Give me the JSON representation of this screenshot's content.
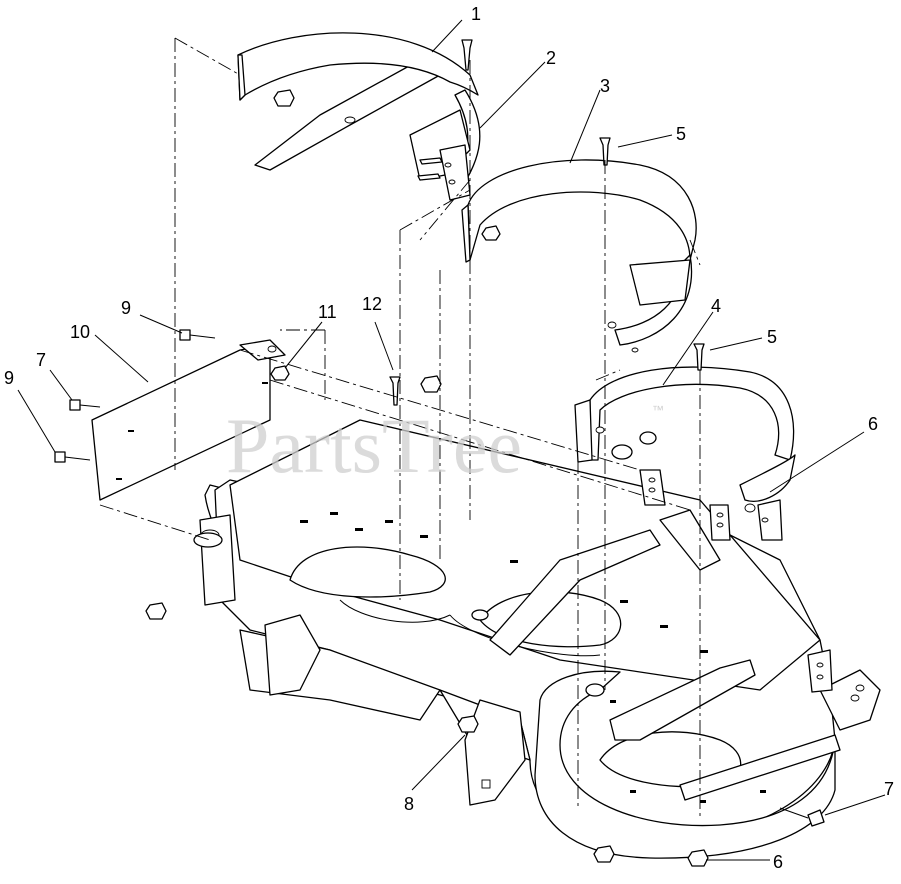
{
  "watermark": {
    "text": "PartsTree",
    "trademark": "™"
  },
  "callouts": [
    {
      "id": "c1",
      "label": "1"
    },
    {
      "id": "c2",
      "label": "2"
    },
    {
      "id": "c3",
      "label": "3"
    },
    {
      "id": "c4",
      "label": "4"
    },
    {
      "id": "c5a",
      "label": "5"
    },
    {
      "id": "c5b",
      "label": "5"
    },
    {
      "id": "c6a",
      "label": "6"
    },
    {
      "id": "c6b",
      "label": "6"
    },
    {
      "id": "c7a",
      "label": "7"
    },
    {
      "id": "c7b",
      "label": "7"
    },
    {
      "id": "c8",
      "label": "8"
    },
    {
      "id": "c9a",
      "label": "9"
    },
    {
      "id": "c9b",
      "label": "9"
    },
    {
      "id": "c10",
      "label": "10"
    },
    {
      "id": "c11",
      "label": "11"
    },
    {
      "id": "c12",
      "label": "12"
    }
  ]
}
